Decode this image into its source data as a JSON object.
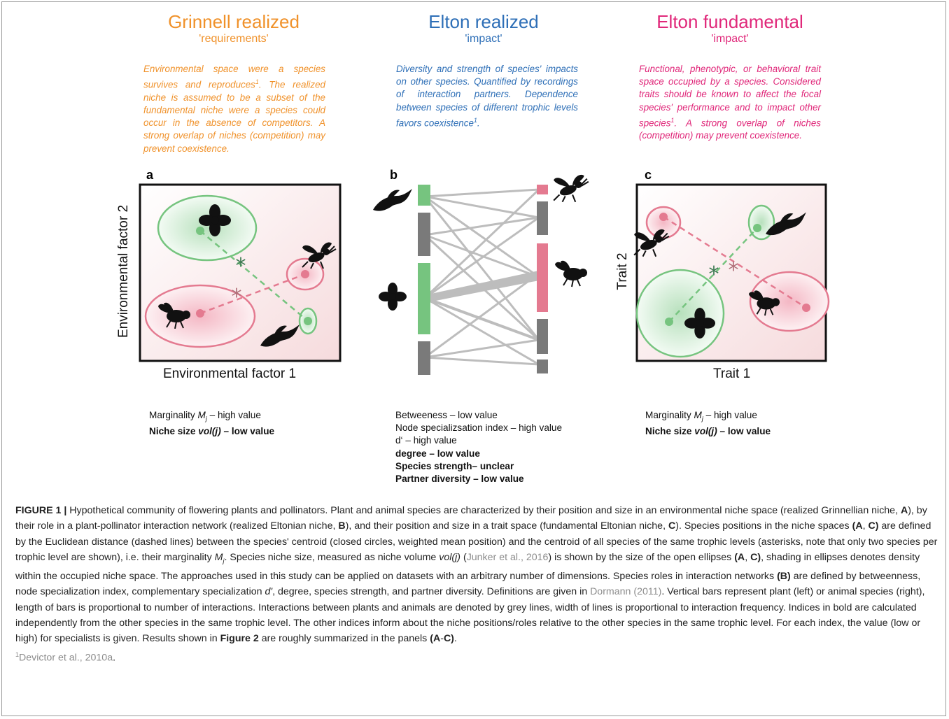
{
  "columns": [
    {
      "title": "Grinnell realized",
      "subtitle": "'requirements'",
      "color": "#f0922b"
    },
    {
      "title": "Elton realized",
      "subtitle": "'impact'",
      "color": "#2e6fb7"
    },
    {
      "title": "Elton fundamental",
      "subtitle": "'impact'",
      "color": "#e0287a"
    }
  ],
  "descriptions": {
    "a_main": "Environmental space were a species survives and reproduces",
    "a_sup": "1",
    "a_rest": ". The realized niche is assumed to be a subset of the fundamental niche were a species could occur in the absence of competitors. A strong overlap of niches (competition) may prevent coexistence.",
    "b_main": "Diversity and strength of species' impacts on other species. Quantified by recordings of interaction partners. Dependence between species of different trophic levels favors coexistence",
    "b_sup": "1",
    "b_rest": ".",
    "c_main": "Functional, phenotypic, or behavioral trait space occupied by a species. Considered traits should be known to affect the focal species' performance and to impact other species",
    "c_sup": "1",
    "c_rest": ". A strong overlap of niches (competition) may prevent coexistence."
  },
  "panels": {
    "a": {
      "label": "a",
      "xlabel": "Environmental factor 1",
      "ylabel": "Environmental factor 2"
    },
    "b": {
      "label": "b"
    },
    "c": {
      "label": "c",
      "xlabel": "Trait 1",
      "ylabel": "Trait 2"
    }
  },
  "metrics": {
    "a": {
      "l1_pre": "Marginality ",
      "l1_M": "M",
      "l1_sub": "j",
      "l1_post": " – high value",
      "l2_pre": "Niche size ",
      "l2_it": "vol(j)",
      "l2_post": " – low value"
    },
    "b": {
      "l1": "Betweeness – low value",
      "l2": "Node specializsation index – high value",
      "l3": "d‘ – high value",
      "l4": "degree – low value",
      "l5": "Species strength– unclear",
      "l6": "Partner diversity – low value"
    },
    "c": {
      "l1_pre": "Marginality ",
      "l1_M": "M",
      "l1_sub": "j",
      "l1_post": " – high value",
      "l2_pre": "Niche size ",
      "l2_it": "vol(j)",
      "l2_post": " – low value"
    }
  },
  "colors": {
    "green": "#76c47f",
    "red": "#e47a90",
    "grey": "#7a7a7a",
    "lightgrey": "#bdbdbd",
    "asterisk_green": "#3d7a52",
    "asterisk_red": "#b0707a"
  },
  "icons": [
    "fly-icon",
    "bee-icon",
    "hummingbird-icon",
    "flower-icon"
  ],
  "caption": {
    "lead": "FIGURE 1 |",
    "p1": " Hypothetical community of flowering plants and pollinators. Plant and animal species are characterized by their position and size in an environmental niche space (realized Grinnellian niche, ",
    "A1": "A",
    "p2": "), by their role in a plant-pollinator interaction network (realized Eltonian niche, ",
    "B1": "B",
    "p3": "), and their position and size in a trait space (fundamental Eltonian niche, ",
    "C1": "C",
    "p4": "). Species positions in the niche spaces ",
    "AC1": "(A",
    "p4b": ", ",
    "AC1b": "C)",
    "p5": " are defined by the Euclidean distance (dashed lines) between the species' centroid (closed circles, weighted mean position) and the centroid of all species of the same trophic levels (asterisks, note that only two species per trophic level are shown), i.e. their marginality ",
    "Mj": "M",
    "Mj_sub": "j",
    "p6": ". Species niche size, measured as niche volume ",
    "volj": "vol(j)",
    "p6b": " (",
    "ref1": "Junker et al., 2016",
    "p7": ") is shown by the size of the open ellipses ",
    "AC2": "(A",
    "p7b": ", ",
    "AC2b": "C)",
    "p8": ", shading in ellipses denotes density within the occupied niche space. The approaches used in this study can be applied on datasets with an arbitrary number of dimensions. Species roles in interaction networks ",
    "B2": "(B)",
    "p9": " are defined by betweenness, node specialization index, complementary specialization ",
    "dprime": "d'",
    "p10": ", degree, species strength, and partner diversity. Definitions are given in ",
    "ref2": "Dormann (2011)",
    "p11": ". Vertical bars represent plant (left) or animal species (right), length of bars is proportional to number of interactions. Interactions between plants and animals are denoted by grey lines, width of lines is proportional to interaction frequency. Indices in bold are calculated independently from the other species in the same trophic level. The other indices inform about the niche positions/roles relative to the other species in the same trophic level. For each index, the value (low or high) for specialists is given. Results shown in ",
    "fig2": "Figure 2",
    "p12": " are roughly summarized in the panels ",
    "AC3": "(A",
    "p12b": "-",
    "AC3b": "C)",
    "p13": ". ",
    "fn_sup": "1",
    "ref3": "Devictor et al., 2010a",
    "p14": "."
  }
}
